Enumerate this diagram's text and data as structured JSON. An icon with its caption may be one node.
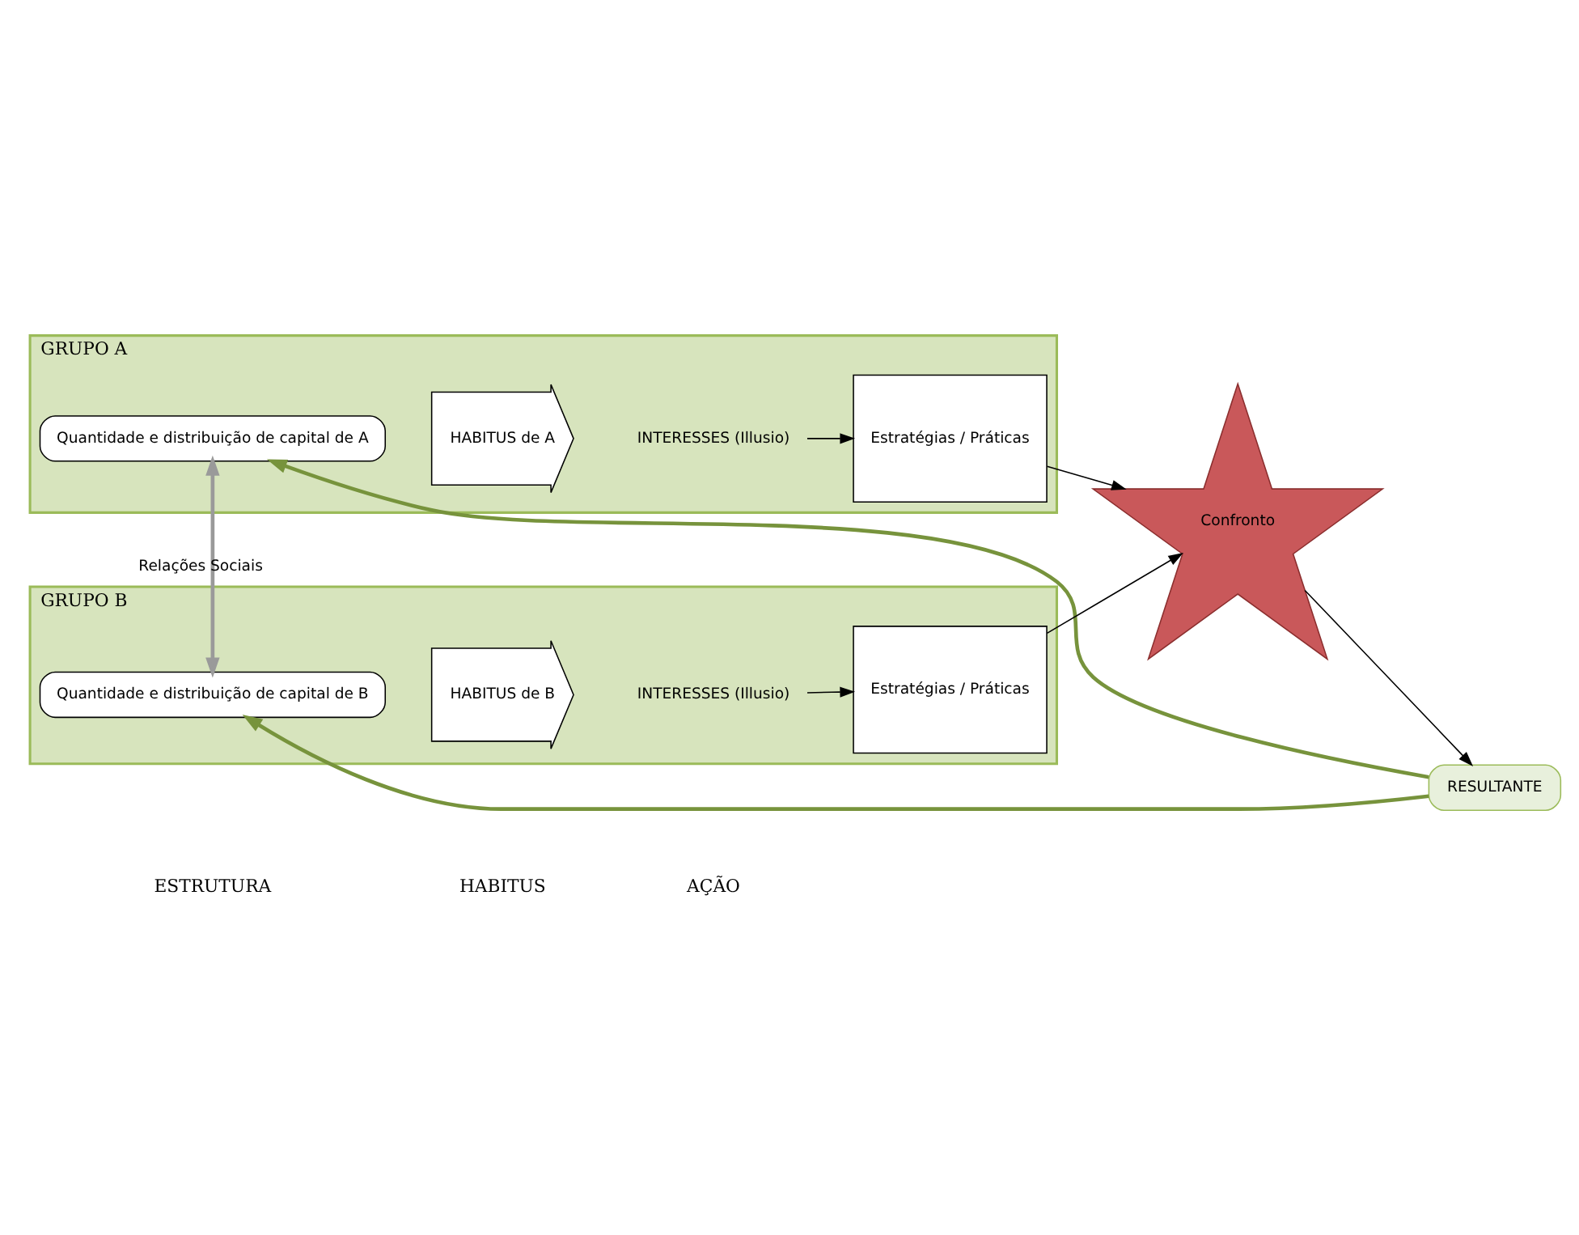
{
  "diagram": {
    "nodes": [
      {
        "text": [
          "GRUPO A"
        ]
      },
      {
        "text": [
          "Quantidade e distribuição de capital de A"
        ],
        "in": 0
      },
      {
        "text": [
          "HABITUS de A"
        ],
        "in": 0
      },
      {
        "text": [
          "INTERESSES (Illusio)"
        ],
        "in": 0
      },
      {
        "text": [
          "Estratégias / Práticas"
        ],
        "in": 0
      },
      {
        "text": [
          "Confronto"
        ]
      },
      {
        "text": [
          "RESULTANTE"
        ]
      },
      {
        "text": [
          "GRUPO B"
        ]
      },
      {
        "text": [
          "Quantidade e distribuição de capital de B"
        ],
        "in": 7
      },
      {
        "text": [
          "HABITUS de B"
        ],
        "in": 7
      },
      {
        "text": [
          "INTERESSES (Illusio)"
        ],
        "in": 7
      },
      {
        "text": [
          "Estratégias / Práticas"
        ],
        "in": 7
      }
    ],
    "edges": [
      {
        "from": 3,
        "to": 4,
        "arrow": "to"
      },
      {
        "from": 10,
        "to": 11,
        "arrow": "to"
      },
      {
        "from": 4,
        "to": 5,
        "arrow": "to"
      },
      {
        "from": 11,
        "to": 5,
        "arrow": "to"
      },
      {
        "from": 5,
        "to": 6,
        "arrow": "to"
      },
      {
        "from": 6,
        "to": 1,
        "arrow": "to",
        "style": "thick",
        "color": "#77933c"
      },
      {
        "from": 6,
        "to": 8,
        "arrow": "to",
        "style": "thick",
        "color": "#77933c"
      },
      {
        "from": 1,
        "to": 8,
        "arrow": "both",
        "label": "Relações Sociais",
        "color": "#9a9a9a",
        "style": "thick"
      }
    ],
    "labels": [
      "ESTRUTURA",
      "HABITUS",
      "AÇÃO"
    ]
  }
}
